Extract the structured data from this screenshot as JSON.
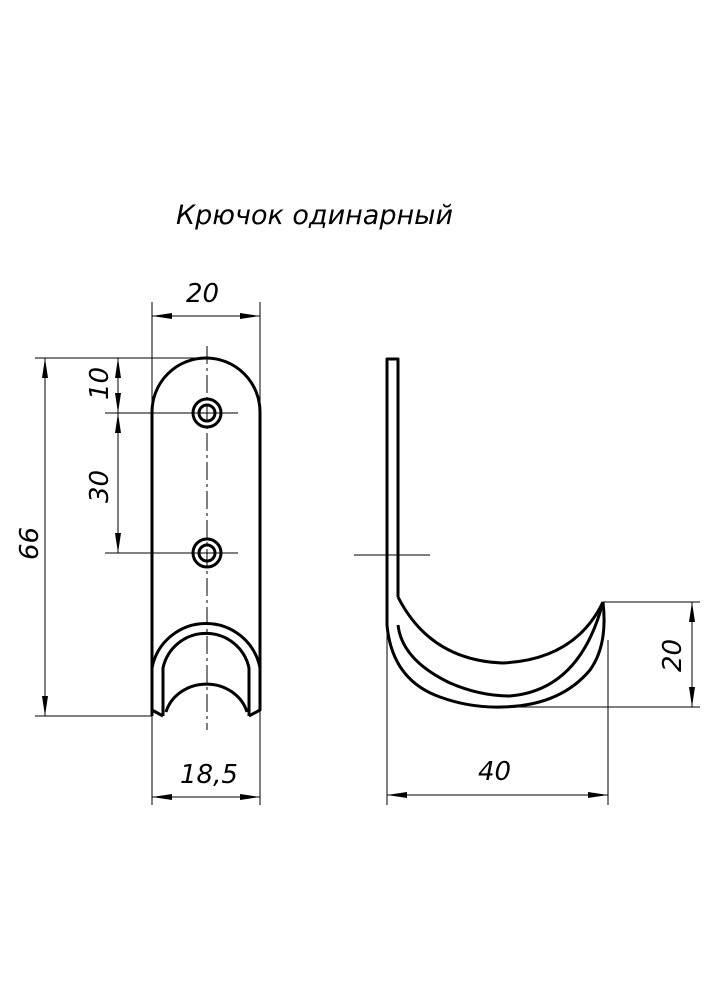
{
  "title": "Крючок одинарный",
  "front_view": {
    "dims": {
      "width_top": "20",
      "height_total": "66",
      "top_to_hole": "10",
      "hole_spacing": "30",
      "width_bottom": "18,5"
    }
  },
  "side_view": {
    "dims": {
      "hook_height": "20",
      "hook_depth": "40"
    }
  }
}
